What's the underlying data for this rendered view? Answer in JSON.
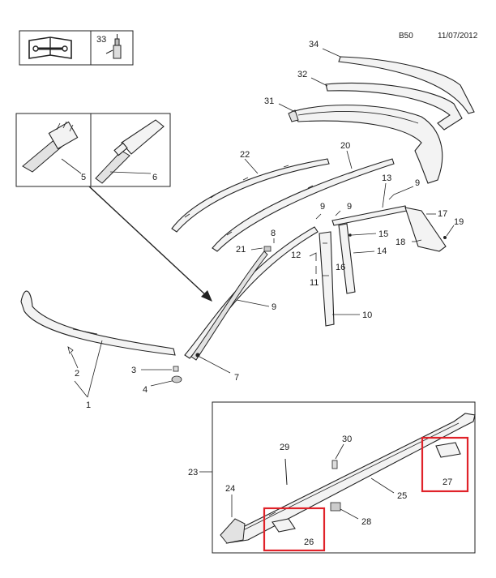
{
  "header": {
    "code": "B50",
    "date": "11/07/2012",
    "tool_ref": "33"
  },
  "callouts": {
    "c1": "1",
    "c2": "2",
    "c3": "3",
    "c4": "4",
    "c5": "5",
    "c6": "6",
    "c7": "7",
    "c8": "8",
    "c9a": "9",
    "c9b": "9",
    "c9c": "9",
    "c9d": "9",
    "c10": "10",
    "c11": "11",
    "c12": "12",
    "c13": "13",
    "c14": "14",
    "c15": "15",
    "c16": "16",
    "c17": "17",
    "c18": "18",
    "c19": "19",
    "c20": "20",
    "c21": "21",
    "c22": "22",
    "c23": "23",
    "c24": "24",
    "c25": "25",
    "c26": "26",
    "c27": "27",
    "c28": "28",
    "c29": "29",
    "c30": "30",
    "c31": "31",
    "c32": "32",
    "c34": "34"
  },
  "icons": {
    "manual": "repair-manual-icon",
    "tool": "lubricant-tool-icon"
  },
  "highlight_color": "#e0232a"
}
